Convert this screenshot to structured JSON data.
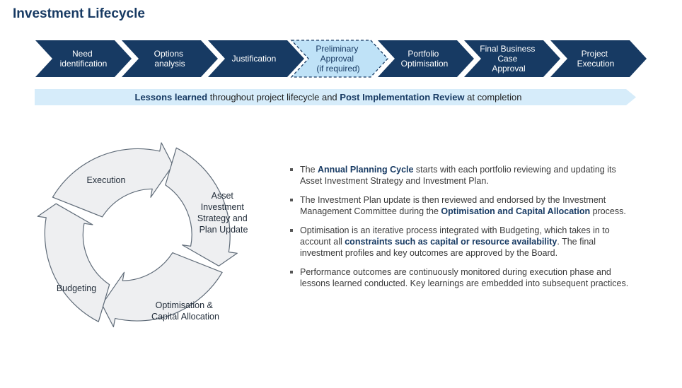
{
  "title": "Investment Lifecycle",
  "process_steps": [
    {
      "lines": [
        "Need",
        "identification"
      ]
    },
    {
      "lines": [
        "Options",
        "analysis"
      ]
    },
    {
      "lines": [
        "Justification"
      ]
    },
    {
      "lines": [
        "Preliminary",
        "Approval",
        "(if required)"
      ],
      "style": "highlighted-dashed"
    },
    {
      "lines": [
        "Portfolio",
        "Optimisation"
      ]
    },
    {
      "lines": [
        "Final Business",
        "Case",
        "Approval"
      ]
    },
    {
      "lines": [
        "Project",
        "Execution"
      ]
    }
  ],
  "lessons_banner": {
    "bold_1": "Lessons learned",
    "text_1": " throughout project lifecycle and ",
    "bold_2": "Post Implementation Review",
    "text_2": " at completion"
  },
  "cycle": {
    "segments": [
      {
        "lines": [
          "Execution"
        ]
      },
      {
        "lines": [
          "Asset",
          "Investment",
          "Strategy and",
          "Plan Update"
        ]
      },
      {
        "lines": [
          "Optimisation &",
          "Capital Allocation"
        ]
      },
      {
        "lines": [
          "Budgeting"
        ]
      }
    ]
  },
  "notes": [
    {
      "pre": "The ",
      "bold": "Annual Planning Cycle",
      "post": " starts with each portfolio reviewing and updating its Asset Investment Strategy and Investment Plan."
    },
    {
      "pre": "The Investment Plan update is then reviewed and endorsed by the Investment Management Committee during the ",
      "bold": "Optimisation and Capital Allocation",
      "post": " process."
    },
    {
      "pre": "Optimisation is an iterative process integrated with Budgeting, which takes in to account all ",
      "bold": "constraints such as capital or resource availability",
      "post": ". The final investment profiles and key outcomes are approved by the Board."
    },
    {
      "pre": "Performance outcomes are continuously monitored during execution phase and lessons learned conducted. Key learnings are embedded into subsequent practices.",
      "bold": "",
      "post": ""
    }
  ],
  "colors": {
    "chevron": "#173a63",
    "chevron_highlight": "#bfe2f7",
    "banner": "#d6ecfa",
    "cycle_fill": "#eeeff1",
    "cycle_stroke": "#5f6b78",
    "title": "#173a63"
  }
}
